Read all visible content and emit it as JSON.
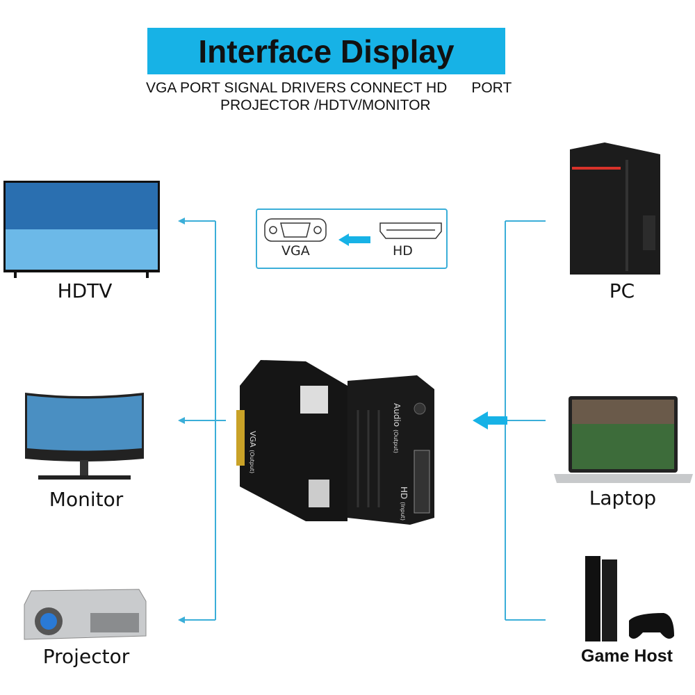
{
  "title": "Interface Display",
  "subtitle_line1": "VGA PORT SIGNAL DRIVERS CONNECT HD      PORT",
  "subtitle_line2": "PROJECTOR /HDTV/MONITOR",
  "signal_box": {
    "left_port": "VGA",
    "right_port": "HD"
  },
  "adapter": {
    "vga_label": "VGA",
    "vga_sub": "(Output)",
    "audio_label": "Audio",
    "audio_sub": "(Output)",
    "hd_label": "HD",
    "hd_sub": "(Input)"
  },
  "outputs": [
    {
      "label": "HDTV"
    },
    {
      "label": "Monitor"
    },
    {
      "label": "Projector"
    }
  ],
  "inputs": [
    {
      "label": "PC"
    },
    {
      "label": "Laptop"
    },
    {
      "label": "Game Host"
    }
  ],
  "colors": {
    "accent": "#17b2e6",
    "line": "#3aaed8"
  }
}
